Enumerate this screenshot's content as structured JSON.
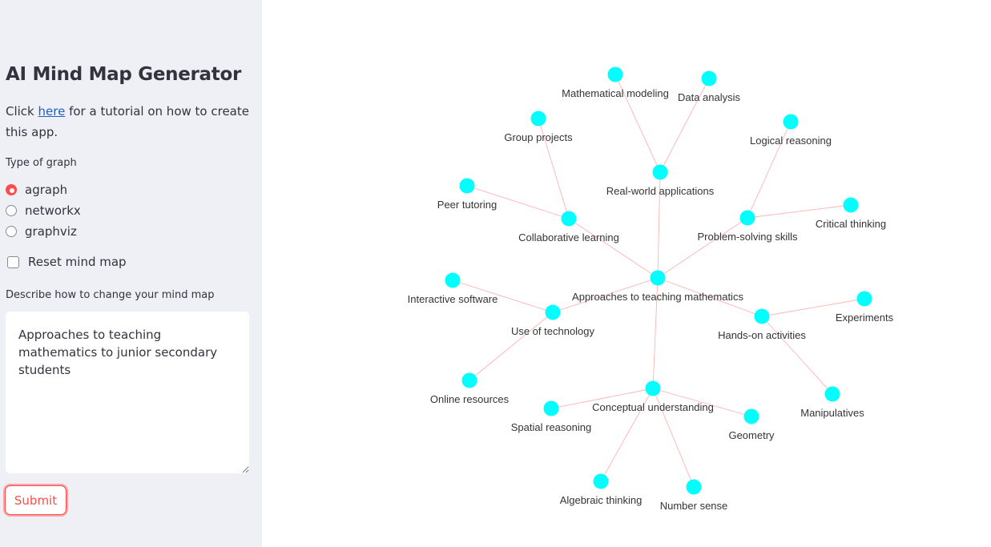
{
  "sidebar": {
    "title": "AI Mind Map Generator",
    "tutorial_prefix": "Click ",
    "tutorial_link": "here",
    "tutorial_suffix": " for a tutorial on how to create this app.",
    "graph_type_label": "Type of graph",
    "graph_options": [
      "agraph",
      "networkx",
      "graphviz"
    ],
    "graph_selected": "agraph",
    "reset_label": "Reset mind map",
    "describe_label": "Describe how to change your mind map",
    "describe_value": "Approaches to teaching mathematics to junior secondary students",
    "submit_label": "Submit"
  },
  "colors": {
    "node": "#00ffff",
    "edge": "#ffb3b3",
    "accent": "#ff4b4b",
    "sidebar_bg": "#eef0f5"
  },
  "mindmap": {
    "nodes": [
      {
        "id": "root",
        "label": "Approaches to teaching mathematics"
      },
      {
        "id": "rwa",
        "label": "Real-world applications"
      },
      {
        "id": "mm",
        "label": "Mathematical modeling"
      },
      {
        "id": "da",
        "label": "Data analysis"
      },
      {
        "id": "cl",
        "label": "Collaborative learning"
      },
      {
        "id": "gp",
        "label": "Group projects"
      },
      {
        "id": "pt",
        "label": "Peer tutoring"
      },
      {
        "id": "ps",
        "label": "Problem-solving skills"
      },
      {
        "id": "lr",
        "label": "Logical reasoning"
      },
      {
        "id": "ct",
        "label": "Critical thinking"
      },
      {
        "id": "ut",
        "label": "Use of technology"
      },
      {
        "id": "is",
        "label": "Interactive software"
      },
      {
        "id": "or",
        "label": "Online resources"
      },
      {
        "id": "ha",
        "label": "Hands-on activities"
      },
      {
        "id": "ex",
        "label": "Experiments"
      },
      {
        "id": "mn",
        "label": "Manipulatives"
      },
      {
        "id": "cu",
        "label": "Conceptual understanding"
      },
      {
        "id": "sr",
        "label": "Spatial reasoning"
      },
      {
        "id": "ge",
        "label": "Geometry"
      },
      {
        "id": "at",
        "label": "Algebraic thinking"
      },
      {
        "id": "ns",
        "label": "Number sense"
      }
    ],
    "edges": [
      [
        "root",
        "rwa"
      ],
      [
        "rwa",
        "mm"
      ],
      [
        "rwa",
        "da"
      ],
      [
        "root",
        "cl"
      ],
      [
        "cl",
        "gp"
      ],
      [
        "cl",
        "pt"
      ],
      [
        "root",
        "ps"
      ],
      [
        "ps",
        "lr"
      ],
      [
        "ps",
        "ct"
      ],
      [
        "root",
        "ut"
      ],
      [
        "ut",
        "is"
      ],
      [
        "ut",
        "or"
      ],
      [
        "root",
        "ha"
      ],
      [
        "ha",
        "ex"
      ],
      [
        "ha",
        "mn"
      ],
      [
        "root",
        "cu"
      ],
      [
        "cu",
        "sr"
      ],
      [
        "cu",
        "ge"
      ],
      [
        "cu",
        "at"
      ],
      [
        "cu",
        "ns"
      ]
    ]
  }
}
